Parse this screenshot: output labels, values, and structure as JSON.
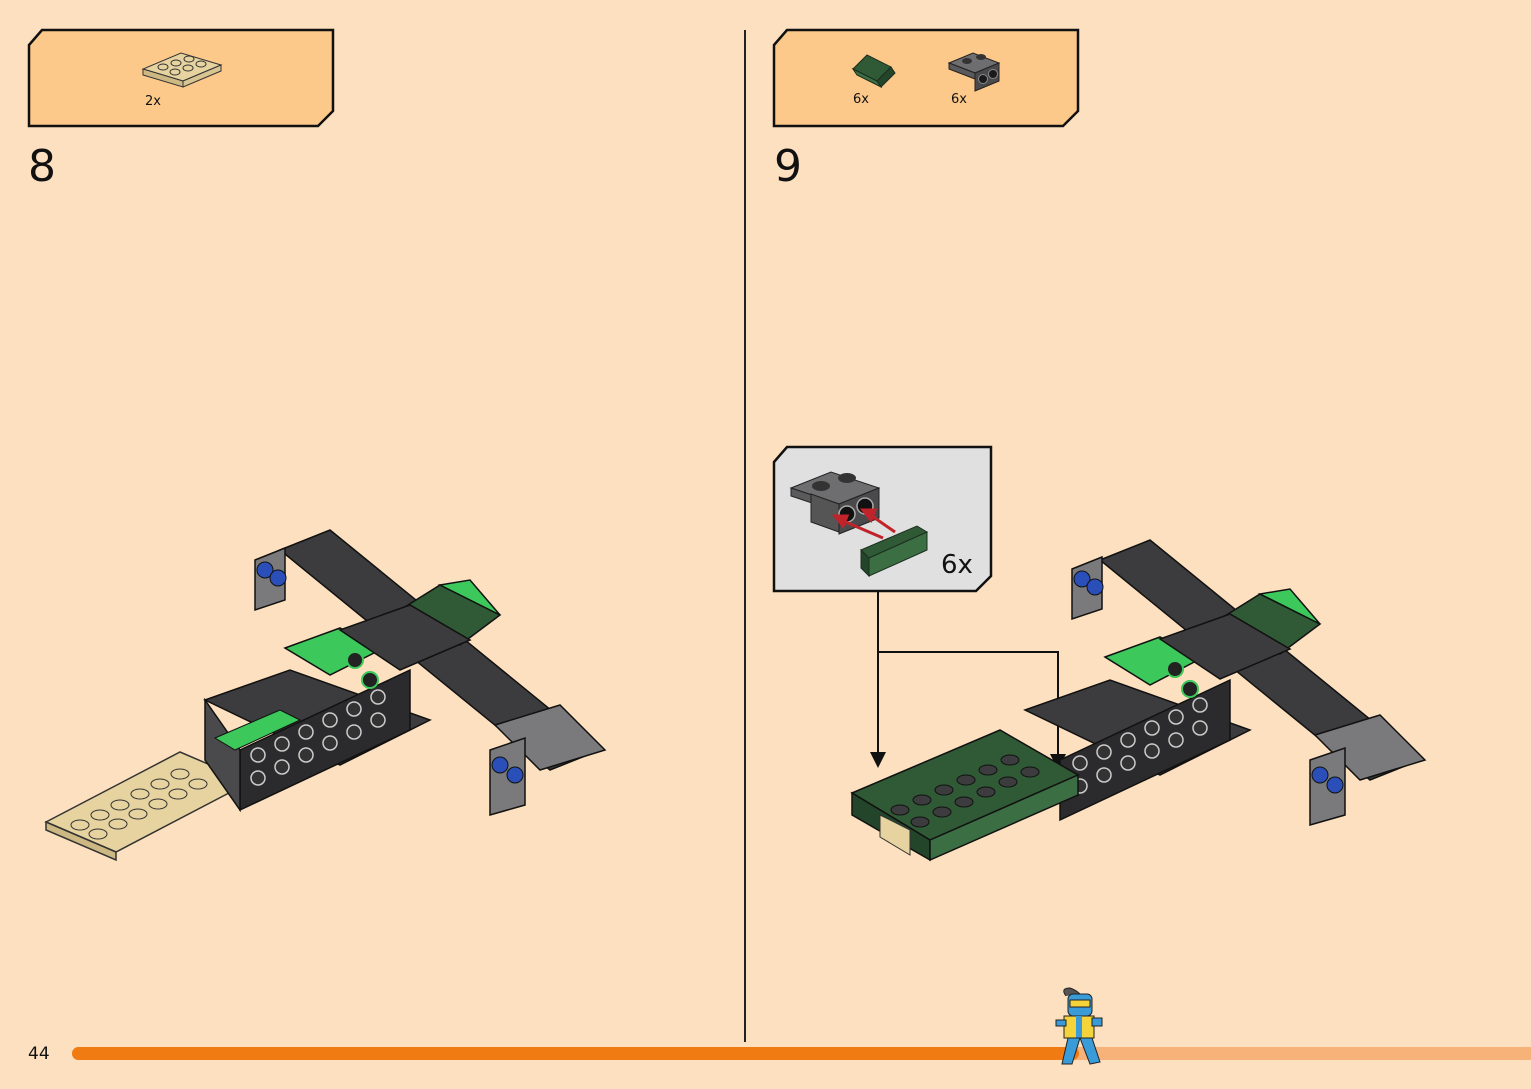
{
  "page": {
    "number": "44"
  },
  "step8": {
    "number": "8",
    "parts": [
      {
        "name": "tan-plate-2x3",
        "qty": "2x",
        "color": "#e6d3a0"
      }
    ]
  },
  "step9": {
    "number": "9",
    "parts": [
      {
        "name": "dark-green-slope",
        "qty": "6x",
        "color": "#2f5a35"
      },
      {
        "name": "dark-gray-bracket",
        "qty": "6x",
        "color": "#555558"
      }
    ],
    "callout": {
      "qty": "6x"
    }
  },
  "colors": {
    "background": "#fde0bf",
    "parts_box": "#fcc98a",
    "progress_done": "#f07b12",
    "progress_remaining": "#f7b27a",
    "tan": "#e6d3a0",
    "bright_green": "#3cc85a",
    "dark_green": "#2f5a35",
    "dark_gray": "#3c3c3e",
    "medium_gray": "#7a7a7c",
    "blue": "#2a4fb8"
  },
  "progress": {
    "fraction": 0.69
  }
}
